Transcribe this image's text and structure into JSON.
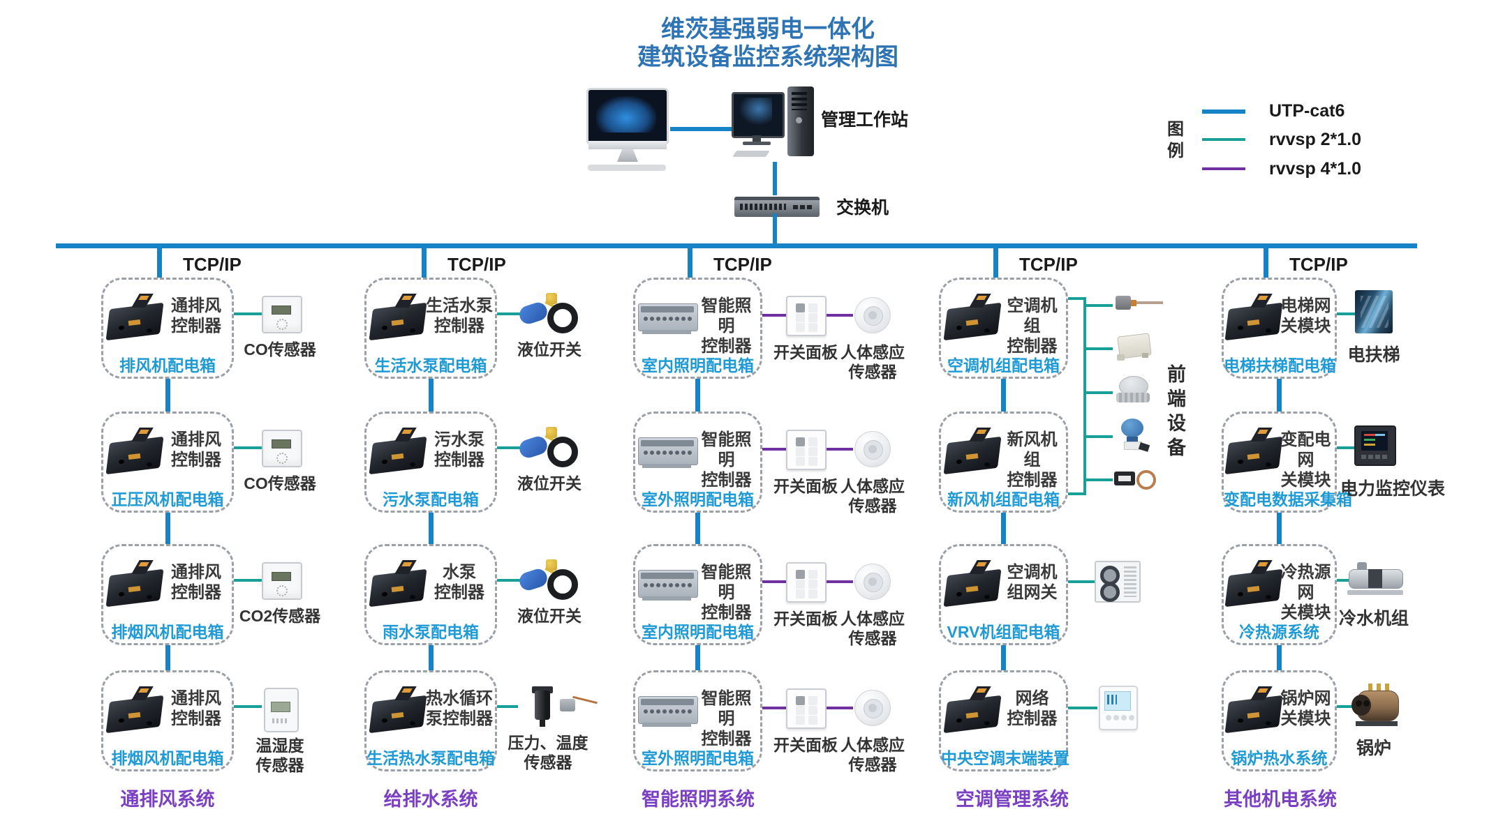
{
  "title": {
    "line1": "维茨基强弱电一体化",
    "line2": "建筑设备监控系统架构图"
  },
  "topology": {
    "workstation_label": "管理工作站",
    "switch_label": "交换机"
  },
  "legend": {
    "label": "图\n例",
    "items": [
      {
        "name": "UTP-cat6",
        "color": "#1583c5",
        "icon": "blue-line"
      },
      {
        "name": "rvvsp 2*1.0",
        "color": "#18a098",
        "icon": "teal-line"
      },
      {
        "name": "rvvsp 4*1.0",
        "color": "#7030a0",
        "icon": "purple-line"
      }
    ]
  },
  "front_end": {
    "label": "前\n端\n设\n备",
    "sensors": [
      "temperature-probe-icon",
      "junction-box-sensor-icon",
      "differential-pressure-sensor-icon",
      "pressure-transmitter-icon",
      "capillary-thermostat-icon"
    ]
  },
  "colors": {
    "backbone_blue": "#1583c5",
    "wire_teal": "#18a098",
    "wire_purple": "#7030a0",
    "panel_label_blue": "#1e9ad6",
    "system_label_purple": "#7b3fc4",
    "title_blue": "#2e74b5"
  },
  "columns": [
    {
      "network": "TCP/IP",
      "system": "通排风系统",
      "boxes": [
        {
          "controller": "通排风\n控制器",
          "panel": "排风机配电箱",
          "devices": [
            {
              "label": "CO传感器",
              "icon": "co-sensor-icon"
            }
          ]
        },
        {
          "controller": "通排风\n控制器",
          "panel": "正压风机配电箱",
          "devices": [
            {
              "label": "CO传感器",
              "icon": "co-sensor-icon"
            }
          ]
        },
        {
          "controller": "通排风\n控制器",
          "panel": "排烟风机配电箱",
          "devices": [
            {
              "label": "CO2传感器",
              "icon": "co2-sensor-icon"
            }
          ]
        },
        {
          "controller": "通排风\n控制器",
          "panel": "排烟风机配电箱",
          "devices": [
            {
              "label": "温湿度\n传感器",
              "icon": "temp-humidity-sensor-icon"
            }
          ]
        }
      ]
    },
    {
      "network": "TCP/IP",
      "system": "给排水系统",
      "boxes": [
        {
          "controller": "生活水泵\n控制器",
          "panel": "生活水泵配电箱",
          "devices": [
            {
              "label": "液位开关",
              "icon": "float-level-switch-icon"
            }
          ]
        },
        {
          "controller": "污水泵\n控制器",
          "panel": "污水泵配电箱",
          "devices": [
            {
              "label": "液位开关",
              "icon": "float-level-switch-icon"
            }
          ]
        },
        {
          "controller": "水泵\n控制器",
          "panel": "雨水泵配电箱",
          "devices": [
            {
              "label": "液位开关",
              "icon": "float-level-switch-icon"
            }
          ]
        },
        {
          "controller": "热水循环\n泵控制器",
          "panel": "生活热水泵配电箱",
          "devices": [
            {
              "label": "压力、温度\n传感器",
              "icon": "pressure-temperature-sensor-icon"
            }
          ]
        }
      ]
    },
    {
      "network": "TCP/IP",
      "system": "智能照明系统",
      "boxes": [
        {
          "controller": "智能照明\n控制器",
          "panel": "室内照明配电箱",
          "devices": [
            {
              "label": "开关面板",
              "icon": "switch-panel-icon"
            },
            {
              "label": "人体感应\n传感器",
              "icon": "occupancy-sensor-icon"
            }
          ]
        },
        {
          "controller": "智能照明\n控制器",
          "panel": "室外照明配电箱",
          "devices": [
            {
              "label": "开关面板",
              "icon": "switch-panel-icon"
            },
            {
              "label": "人体感应\n传感器",
              "icon": "occupancy-sensor-icon"
            }
          ]
        },
        {
          "controller": "智能照明\n控制器",
          "panel": "室内照明配电箱",
          "devices": [
            {
              "label": "开关面板",
              "icon": "switch-panel-icon"
            },
            {
              "label": "人体感应\n传感器",
              "icon": "occupancy-sensor-icon"
            }
          ]
        },
        {
          "controller": "智能照明\n控制器",
          "panel": "室外照明配电箱",
          "devices": [
            {
              "label": "开关面板",
              "icon": "switch-panel-icon"
            },
            {
              "label": "人体感应\n传感器",
              "icon": "occupancy-sensor-icon"
            }
          ]
        }
      ]
    },
    {
      "network": "TCP/IP",
      "system": "空调管理系统",
      "boxes": [
        {
          "controller": "空调机组\n控制器",
          "panel": "空调机组配电箱",
          "devices": []
        },
        {
          "controller": "新风机组\n控制器",
          "panel": "新风机组配电箱",
          "devices": []
        },
        {
          "controller": "空调机\n组网关",
          "panel": "VRV机组配电箱",
          "devices": [
            {
              "label": "",
              "icon": "vrv-outdoor-unit-icon"
            }
          ]
        },
        {
          "controller": "网络\n控制器",
          "panel": "中央空调末端装置",
          "devices": [
            {
              "label": "",
              "icon": "thermostat-icon"
            }
          ]
        }
      ]
    },
    {
      "network": "TCP/IP",
      "system": "其他机电系统",
      "boxes": [
        {
          "controller": "电梯网\n关模块",
          "panel": "电梯扶梯配电箱",
          "devices": [
            {
              "label": "电扶梯",
              "icon": "escalator-icon"
            }
          ]
        },
        {
          "controller": "变配电网\n关模块",
          "panel": "变配电数据采集箱",
          "devices": [
            {
              "label": "电力监控仪表",
              "icon": "power-monitor-meter-icon"
            }
          ]
        },
        {
          "controller": "冷热源网\n关模块",
          "panel": "冷热源系统",
          "devices": [
            {
              "label": "冷水机组",
              "icon": "chiller-unit-icon"
            }
          ]
        },
        {
          "controller": "锅炉网\n关模块",
          "panel": "锅炉热水系统",
          "devices": [
            {
              "label": "锅炉",
              "icon": "boiler-icon"
            }
          ]
        }
      ]
    }
  ]
}
